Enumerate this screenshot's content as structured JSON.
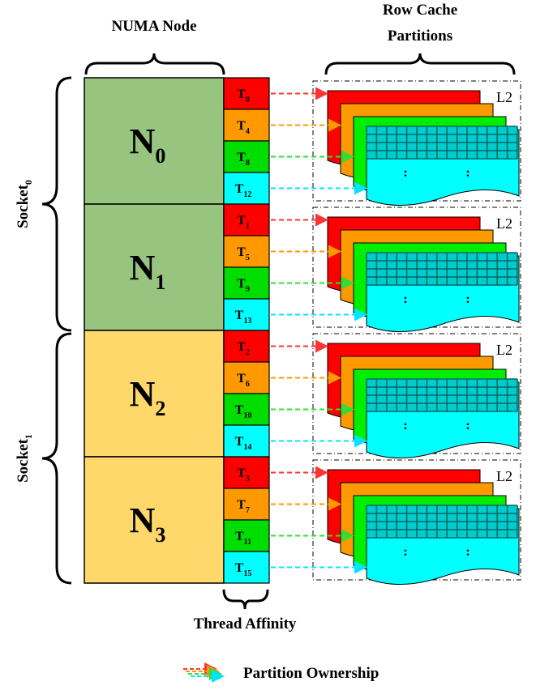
{
  "headers": {
    "numa_node": "NUMA Node",
    "row_cache_line1": "Row Cache",
    "row_cache_line2": "Partitions",
    "thread_affinity": "Thread Affinity"
  },
  "legend": {
    "label": "Partition Ownership",
    "arrow_colors": [
      "#ff3333",
      "#ff9900",
      "#33dd33",
      "#00e5ff"
    ]
  },
  "sockets": [
    {
      "base": "Socket",
      "sub": "0"
    },
    {
      "base": "Socket",
      "sub": "1"
    }
  ],
  "nodes": [
    {
      "base": "N",
      "sub": "0",
      "color": "#97c47f",
      "threads": [
        {
          "base": "T",
          "sub": "0",
          "color": "#ff0000"
        },
        {
          "base": "T",
          "sub": "4",
          "color": "#ff9900"
        },
        {
          "base": "T",
          "sub": "8",
          "color": "#00dd00"
        },
        {
          "base": "T",
          "sub": "12",
          "color": "#00ffff"
        }
      ]
    },
    {
      "base": "N",
      "sub": "1",
      "color": "#97c47f",
      "threads": [
        {
          "base": "T",
          "sub": "1",
          "color": "#ff0000"
        },
        {
          "base": "T",
          "sub": "5",
          "color": "#ff9900"
        },
        {
          "base": "T",
          "sub": "9",
          "color": "#00dd00"
        },
        {
          "base": "T",
          "sub": "13",
          "color": "#00ffff"
        }
      ]
    },
    {
      "base": "N",
      "sub": "2",
      "color": "#ffd86b",
      "threads": [
        {
          "base": "T",
          "sub": "2",
          "color": "#ff0000"
        },
        {
          "base": "T",
          "sub": "6",
          "color": "#ff9900"
        },
        {
          "base": "T",
          "sub": "10",
          "color": "#00dd00"
        },
        {
          "base": "T",
          "sub": "14",
          "color": "#00ffff"
        }
      ]
    },
    {
      "base": "N",
      "sub": "3",
      "color": "#ffd86b",
      "threads": [
        {
          "base": "T",
          "sub": "3",
          "color": "#ff0000"
        },
        {
          "base": "T",
          "sub": "7",
          "color": "#ff9900"
        },
        {
          "base": "T",
          "sub": "11",
          "color": "#00dd00"
        },
        {
          "base": "T",
          "sub": "15",
          "color": "#00ffff"
        }
      ]
    }
  ],
  "cache": {
    "level_label": "L2",
    "dots": ":",
    "layer_colors": [
      "#ff0000",
      "#ff9900",
      "#00ee00",
      "#00ffff"
    ],
    "grid_color": "#006666"
  }
}
